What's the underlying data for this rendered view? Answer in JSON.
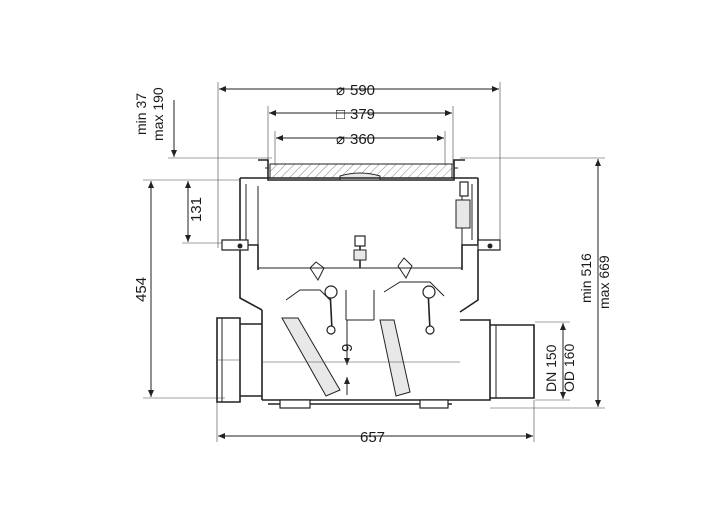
{
  "dimensions": {
    "d590": "590",
    "sq379": "379",
    "d360": "360",
    "h131": "131",
    "h454": "454",
    "d9": "9",
    "w657": "657",
    "adj_min": "min 37",
    "adj_max": "max 190",
    "total_min": "min 516",
    "total_max": "max 669",
    "dn": "DN 150",
    "od": "OD 160"
  },
  "symbols": {
    "diameter": "⌀",
    "square": "□"
  }
}
